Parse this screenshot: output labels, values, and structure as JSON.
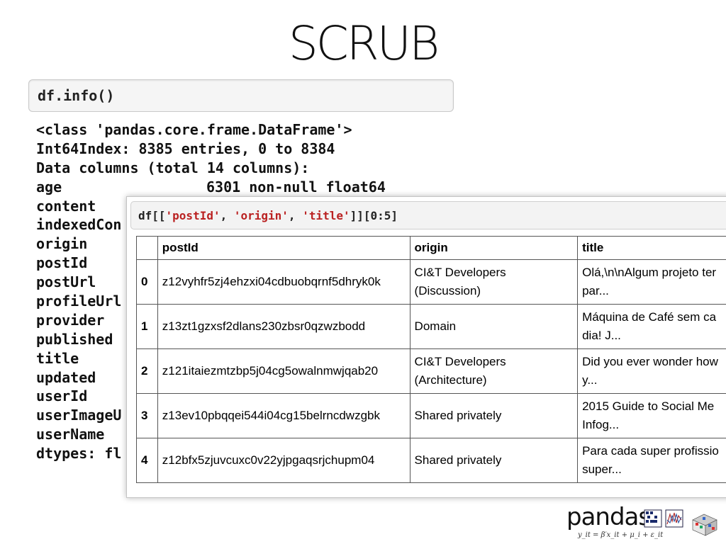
{
  "slide": {
    "title": "SCRUB"
  },
  "cell1": {
    "code": "df.info()"
  },
  "info_output": {
    "header_lines": [
      "<class 'pandas.core.frame.DataFrame'>",
      "Int64Index: 8385 entries, 0 to 8384",
      "Data columns (total 14 columns):"
    ],
    "columns": [
      {
        "name": "age",
        "info": "6301 non-null float64"
      },
      {
        "name": "content",
        "info": ""
      },
      {
        "name": "indexedCon",
        "info": ""
      },
      {
        "name": "origin",
        "info": ""
      },
      {
        "name": "postId",
        "info": ""
      },
      {
        "name": "postUrl",
        "info": ""
      },
      {
        "name": "profileUrl",
        "info": ""
      },
      {
        "name": "provider",
        "info": ""
      },
      {
        "name": "published",
        "info": ""
      },
      {
        "name": "title",
        "info": ""
      },
      {
        "name": "updated",
        "info": ""
      },
      {
        "name": "userId",
        "info": ""
      },
      {
        "name": "userImageU",
        "info": ""
      },
      {
        "name": "userName",
        "info": ""
      }
    ],
    "footer_line": "dtypes: fl"
  },
  "cell2": {
    "code_prefix": "df[[",
    "code_arg1": "'postId'",
    "code_sep1": ", ",
    "code_arg2": "'origin'",
    "code_sep2": ", ",
    "code_arg3": "'title'",
    "code_suffix": "]][0:5]"
  },
  "table": {
    "headers": [
      "",
      "postId",
      "origin",
      "title"
    ],
    "rows": [
      {
        "index": "0",
        "postId": "z12vyhfr5zj4ehzxi04cdbuobqrnf5dhryk0k",
        "origin_line1": "CI&T Developers",
        "origin_line2": "(Discussion)",
        "title_line1": "Olá,\\n\\nAlgum projeto ter",
        "title_line2": "par..."
      },
      {
        "index": "1",
        "postId": "z13zt1gzxsf2dlans230zbsr0qzwzbodd",
        "origin_line1": "Domain",
        "origin_line2": "",
        "title_line1": "Máquina de Café sem ca",
        "title_line2": "dia!  J..."
      },
      {
        "index": "2",
        "postId": "z121itaiezmtzbp5j04cg5owalnmwjqab20",
        "origin_line1": "CI&T Developers",
        "origin_line2": "(Architecture)",
        "title_line1": "Did you ever wonder how",
        "title_line2": "y..."
      },
      {
        "index": "3",
        "postId": "z13ev10pbqqei544i04cg15belrncdwzgbk",
        "origin_line1": "Shared privately",
        "origin_line2": "",
        "title_line1": "2015 Guide to Social Me",
        "title_line2": "Infog..."
      },
      {
        "index": "4",
        "postId": "z12bfx5zjuvcuxc0v22yjpgaqsrjchupm04",
        "origin_line1": "Shared privately",
        "origin_line2": "",
        "title_line1": "Para cada super profissio",
        "title_line2": "super..."
      }
    ]
  },
  "logo": {
    "word": "pandas",
    "equation": "y_it = β′x_it + μ_i + ε_it",
    "graphic_icon": "pandas-chart-thumbnails-icon"
  },
  "colors": {
    "string_literal": "#ba2121",
    "input_bg": "#f5f5f5"
  }
}
